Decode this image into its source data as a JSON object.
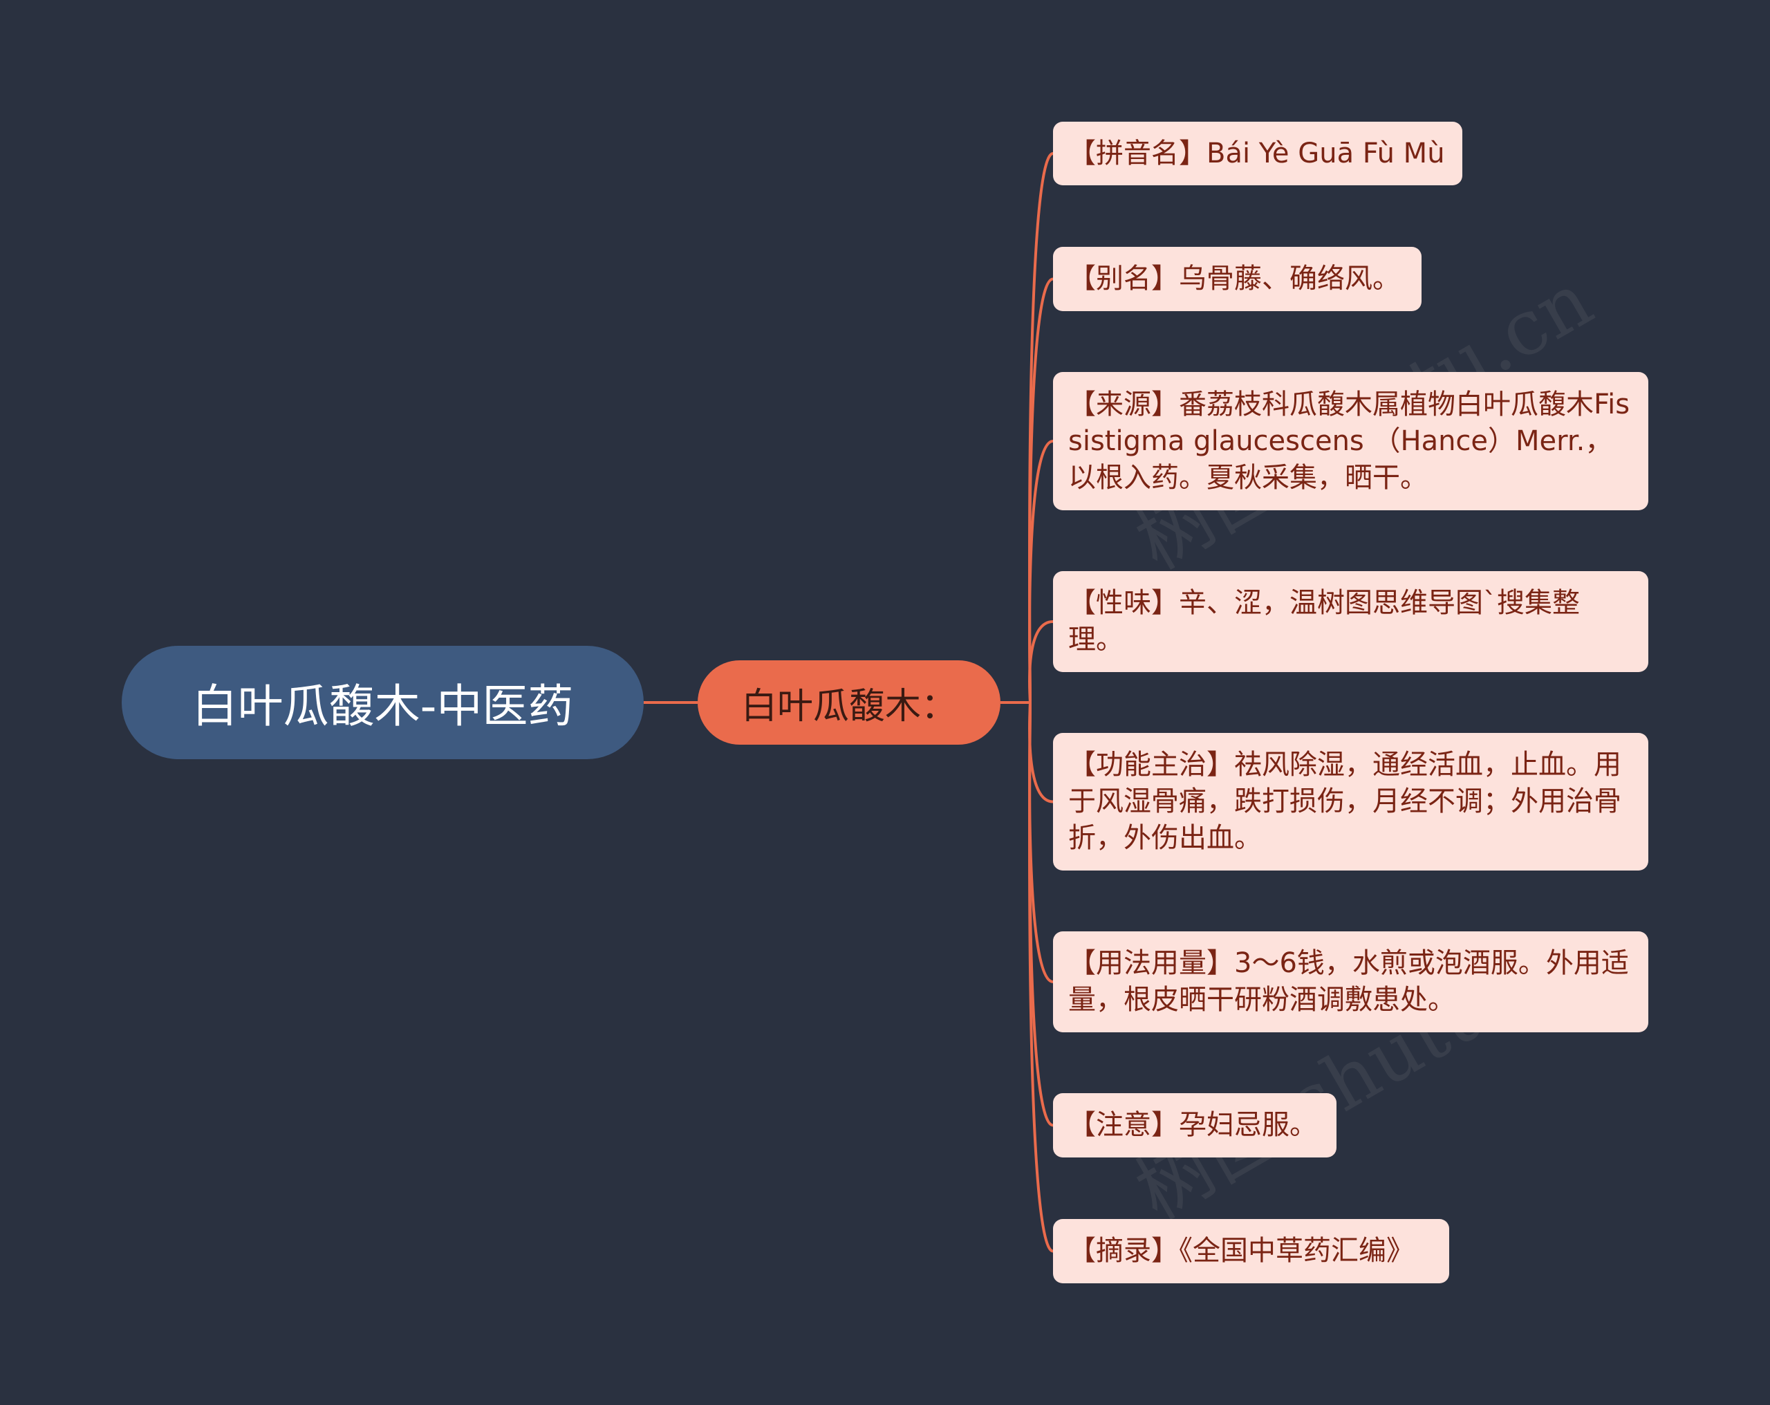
{
  "colors": {
    "background": "#2a3140",
    "root_fill": "#3e5a80",
    "branch_fill": "#ea6b4c",
    "leaf_fill": "#fde2dc",
    "leaf_text": "#7a2414",
    "connector": "#ea6b4c"
  },
  "root": {
    "label": "白叶瓜馥木-中医药"
  },
  "branch": {
    "label": "白叶瓜馥木："
  },
  "leaves": [
    {
      "text": "【拼音名】Bái Yè Guā Fù Mù"
    },
    {
      "text": "【别名】乌骨藤、确络风。"
    },
    {
      "text": "【来源】番荔枝科瓜馥木属植物白叶瓜馥木Fissistigma glaucescens （Hance）Merr.，以根入药。夏秋采集，晒干。"
    },
    {
      "text": "【性味】辛、涩，温树图思维导图`搜集整理。"
    },
    {
      "text": "【功能主治】祛风除湿，通经活血，止血。用于风湿骨痛，跌打损伤，月经不调；外用治骨折，外伤出血。"
    },
    {
      "text": "【用法用量】3～6钱，水煎或泡酒服。外用适量，根皮晒干研粉酒调敷患处。"
    },
    {
      "text": "【注意】孕妇忌服。"
    },
    {
      "text": "【摘录】《全国中草药汇编》"
    }
  ]
}
